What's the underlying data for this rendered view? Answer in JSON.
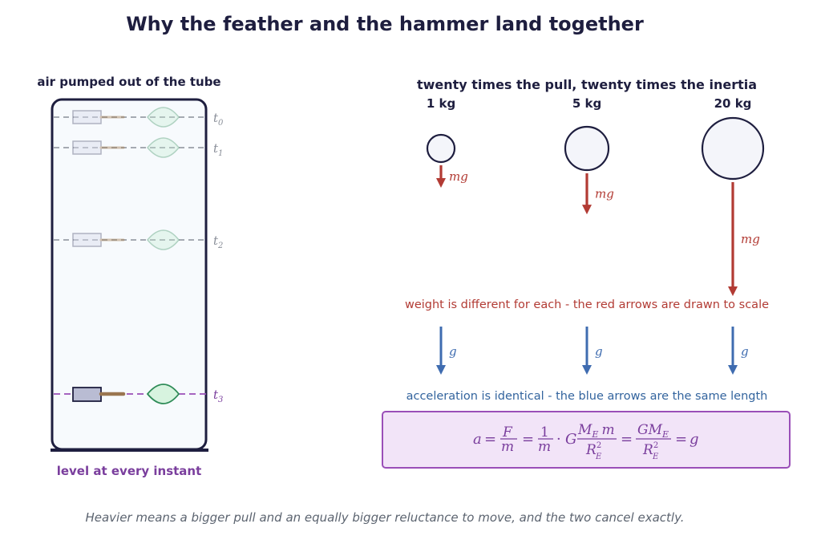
{
  "title": "Why the feather and the hammer land together",
  "left_panel": {
    "heading": "air pumped out of the tube",
    "caption": "level at every instant",
    "time_labels": [
      "t",
      "t",
      "t",
      "t"
    ],
    "time_subscripts": [
      "0",
      "1",
      "2",
      "3"
    ]
  },
  "right_panel": {
    "heading": "twenty times the pull, twenty times the inertia",
    "masses": [
      {
        "label": "1 kg",
        "relative_weight": 1
      },
      {
        "label": "5 kg",
        "relative_weight": 5
      },
      {
        "label": "20 kg",
        "relative_weight": 20
      }
    ],
    "weight_symbol": "mg",
    "accel_symbol": "g",
    "weight_note": "weight is different for each - the red arrows are drawn to scale",
    "accel_note": "acceleration is identical - the blue arrows are the same length"
  },
  "formula": {
    "a": "a",
    "F": "F",
    "m": "m",
    "one": "1",
    "G": "G",
    "ME": "M",
    "E": "E",
    "RE": "R",
    "two": "2",
    "g": "g"
  },
  "footer": "Heavier means a bigger pull and an equally bigger reluctance to move, and the two cancel exactly.",
  "colors": {
    "dark": "#1e1e3f",
    "weight_red": "#b23b34",
    "accel_blue": "#3f6cb0",
    "purple": "#7a3e9d",
    "feather_green": "#2e8b57"
  }
}
